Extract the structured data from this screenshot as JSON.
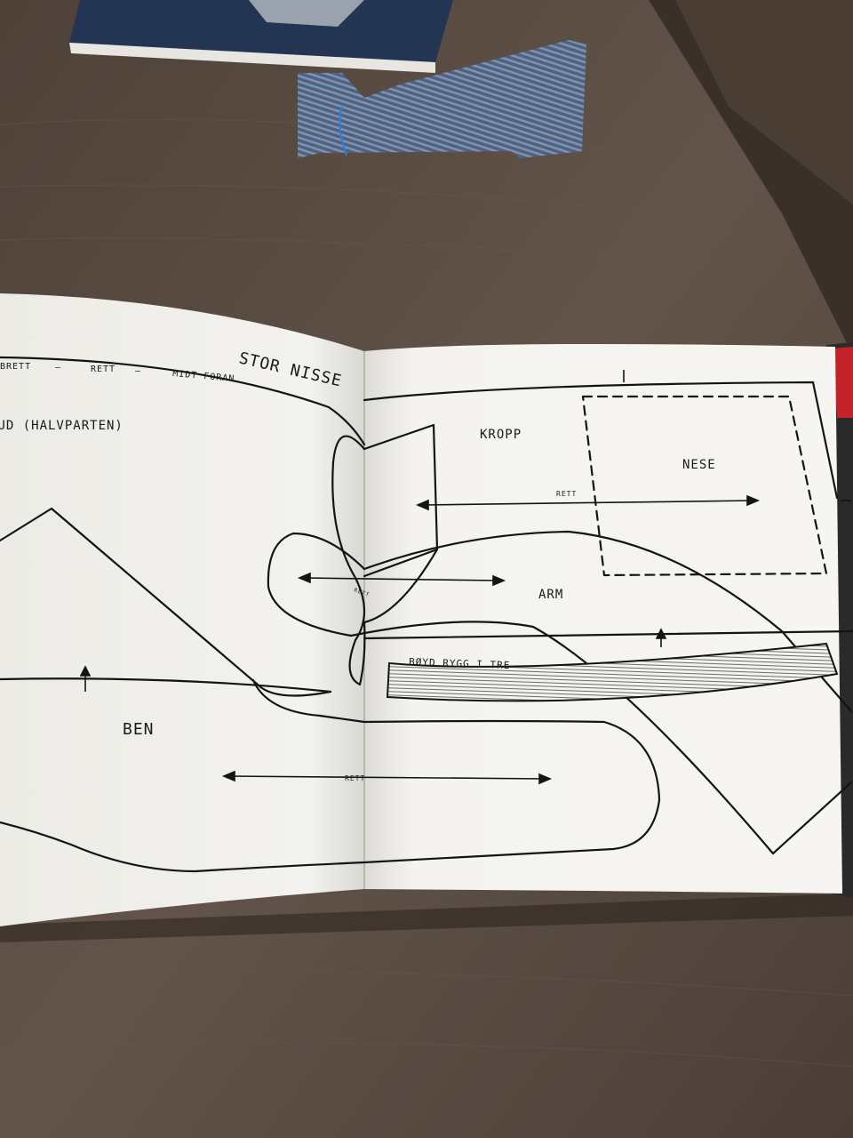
{
  "book": {
    "title": "STOR NISSE",
    "fold_labels": {
      "fold": "BRETT",
      "dash1": "–",
      "straight": "RETT",
      "dash2": "–",
      "center_front": "MIDT FORAN"
    },
    "left_page_heading": "HUD (HALVPARTEN)",
    "pieces": {
      "body": "KROPP",
      "nose": "NESE",
      "arm": "ARM",
      "leg": "BEN",
      "wood_back": "BØYD RYGG I TRE"
    },
    "grain_label": "RETT"
  },
  "colors": {
    "table": "#5b4d43",
    "page": "#f4f3ef",
    "ink": "#141414",
    "denim": "#5a6d8c",
    "book_cover": "#1f2f4a",
    "red_edge": "#c4222b"
  }
}
